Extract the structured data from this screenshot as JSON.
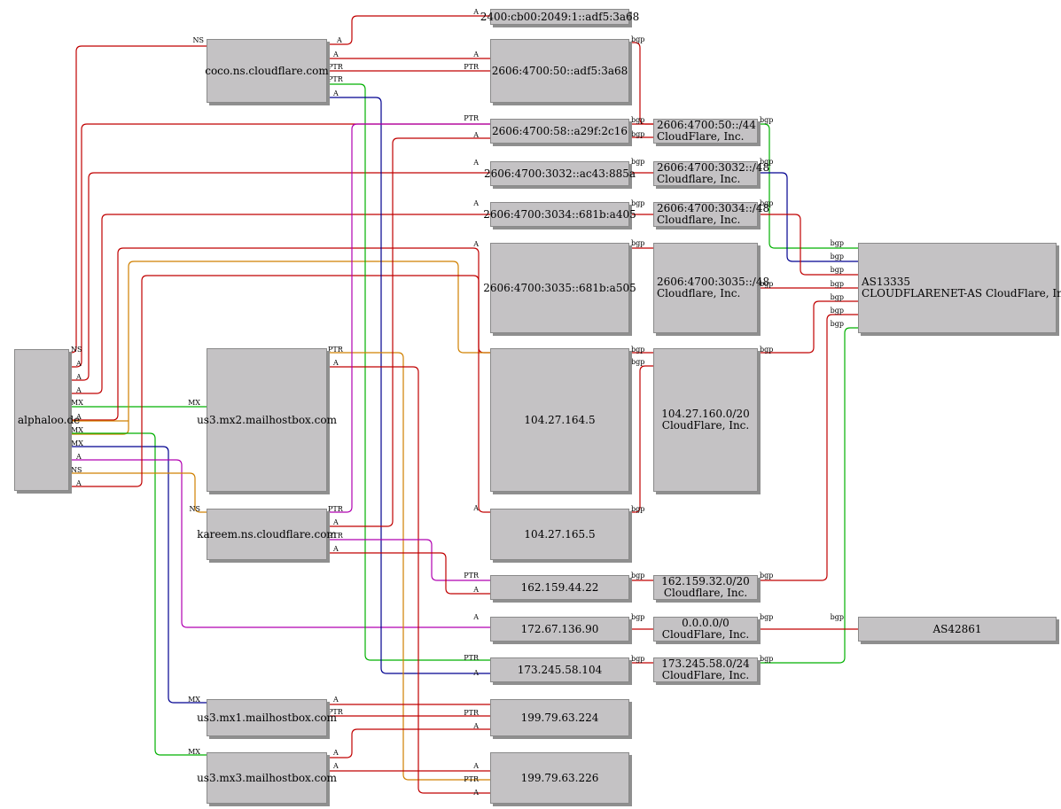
{
  "colors": {
    "red": "#c00000",
    "green": "#00b000",
    "navy": "#000090",
    "magenta": "#b000b0",
    "orange": "#d08000"
  },
  "nodes": {
    "alphaloo": {
      "lines": [
        "alphaloo.de"
      ]
    },
    "coco": {
      "lines": [
        "coco.ns.cloudflare.com"
      ]
    },
    "us3mx2": {
      "lines": [
        "us3.mx2.mailhostbox.com"
      ]
    },
    "kareem": {
      "lines": [
        "kareem.ns.cloudflare.com"
      ]
    },
    "us3mx1": {
      "lines": [
        "us3.mx1.mailhostbox.com"
      ]
    },
    "us3mx3": {
      "lines": [
        "us3.mx3.mailhostbox.com"
      ]
    },
    "ip2400": {
      "lines": [
        "2400:cb00:2049:1::adf5:3a68"
      ]
    },
    "ip2606_50": {
      "lines": [
        "2606:4700:50::adf5:3a68"
      ]
    },
    "ip2606_58": {
      "lines": [
        "2606:4700:58::a29f:2c16"
      ]
    },
    "ip3032": {
      "lines": [
        "2606:4700:3032::ac43:885a"
      ]
    },
    "ip3034": {
      "lines": [
        "2606:4700:3034::681b:a405"
      ]
    },
    "ip3035": {
      "lines": [
        "2606:4700:3035::681b:a505"
      ]
    },
    "ip104_5": {
      "lines": [
        "104.27.164.5"
      ]
    },
    "ip104_165": {
      "lines": [
        "104.27.165.5"
      ]
    },
    "ip162": {
      "lines": [
        "162.159.44.22"
      ]
    },
    "ip172": {
      "lines": [
        "172.67.136.90"
      ]
    },
    "ip173": {
      "lines": [
        "173.245.58.104"
      ]
    },
    "ip199_224": {
      "lines": [
        "199.79.63.224"
      ]
    },
    "ip199_226": {
      "lines": [
        "199.79.63.226"
      ]
    },
    "net50": {
      "lines": [
        "2606:4700:50::/44",
        "CloudFlare, Inc."
      ]
    },
    "net3032": {
      "lines": [
        "2606:4700:3032::/48",
        "Cloudflare, Inc."
      ]
    },
    "net3034": {
      "lines": [
        "2606:4700:3034::/48",
        "Cloudflare, Inc."
      ]
    },
    "net3035": {
      "lines": [
        "2606:4700:3035::/48",
        "Cloudflare, Inc."
      ]
    },
    "net104": {
      "lines": [
        "104.27.160.0/20",
        "CloudFlare, Inc."
      ]
    },
    "net162": {
      "lines": [
        "162.159.32.0/20",
        "Cloudflare, Inc."
      ]
    },
    "net0": {
      "lines": [
        "0.0.0.0/0",
        "CloudFlare, Inc."
      ]
    },
    "net173": {
      "lines": [
        "173.245.58.0/24",
        "CloudFlare, Inc."
      ]
    },
    "as13335": {
      "lines": [
        "AS13335",
        "CLOUDFLARENET-AS CloudFlare, Inc."
      ]
    },
    "as42861": {
      "lines": [
        "AS42861"
      ]
    }
  },
  "edge_labels": {
    "ns": "NS",
    "a": "A",
    "mx": "MX",
    "ptr": "PTR",
    "bgp": "bgp"
  }
}
